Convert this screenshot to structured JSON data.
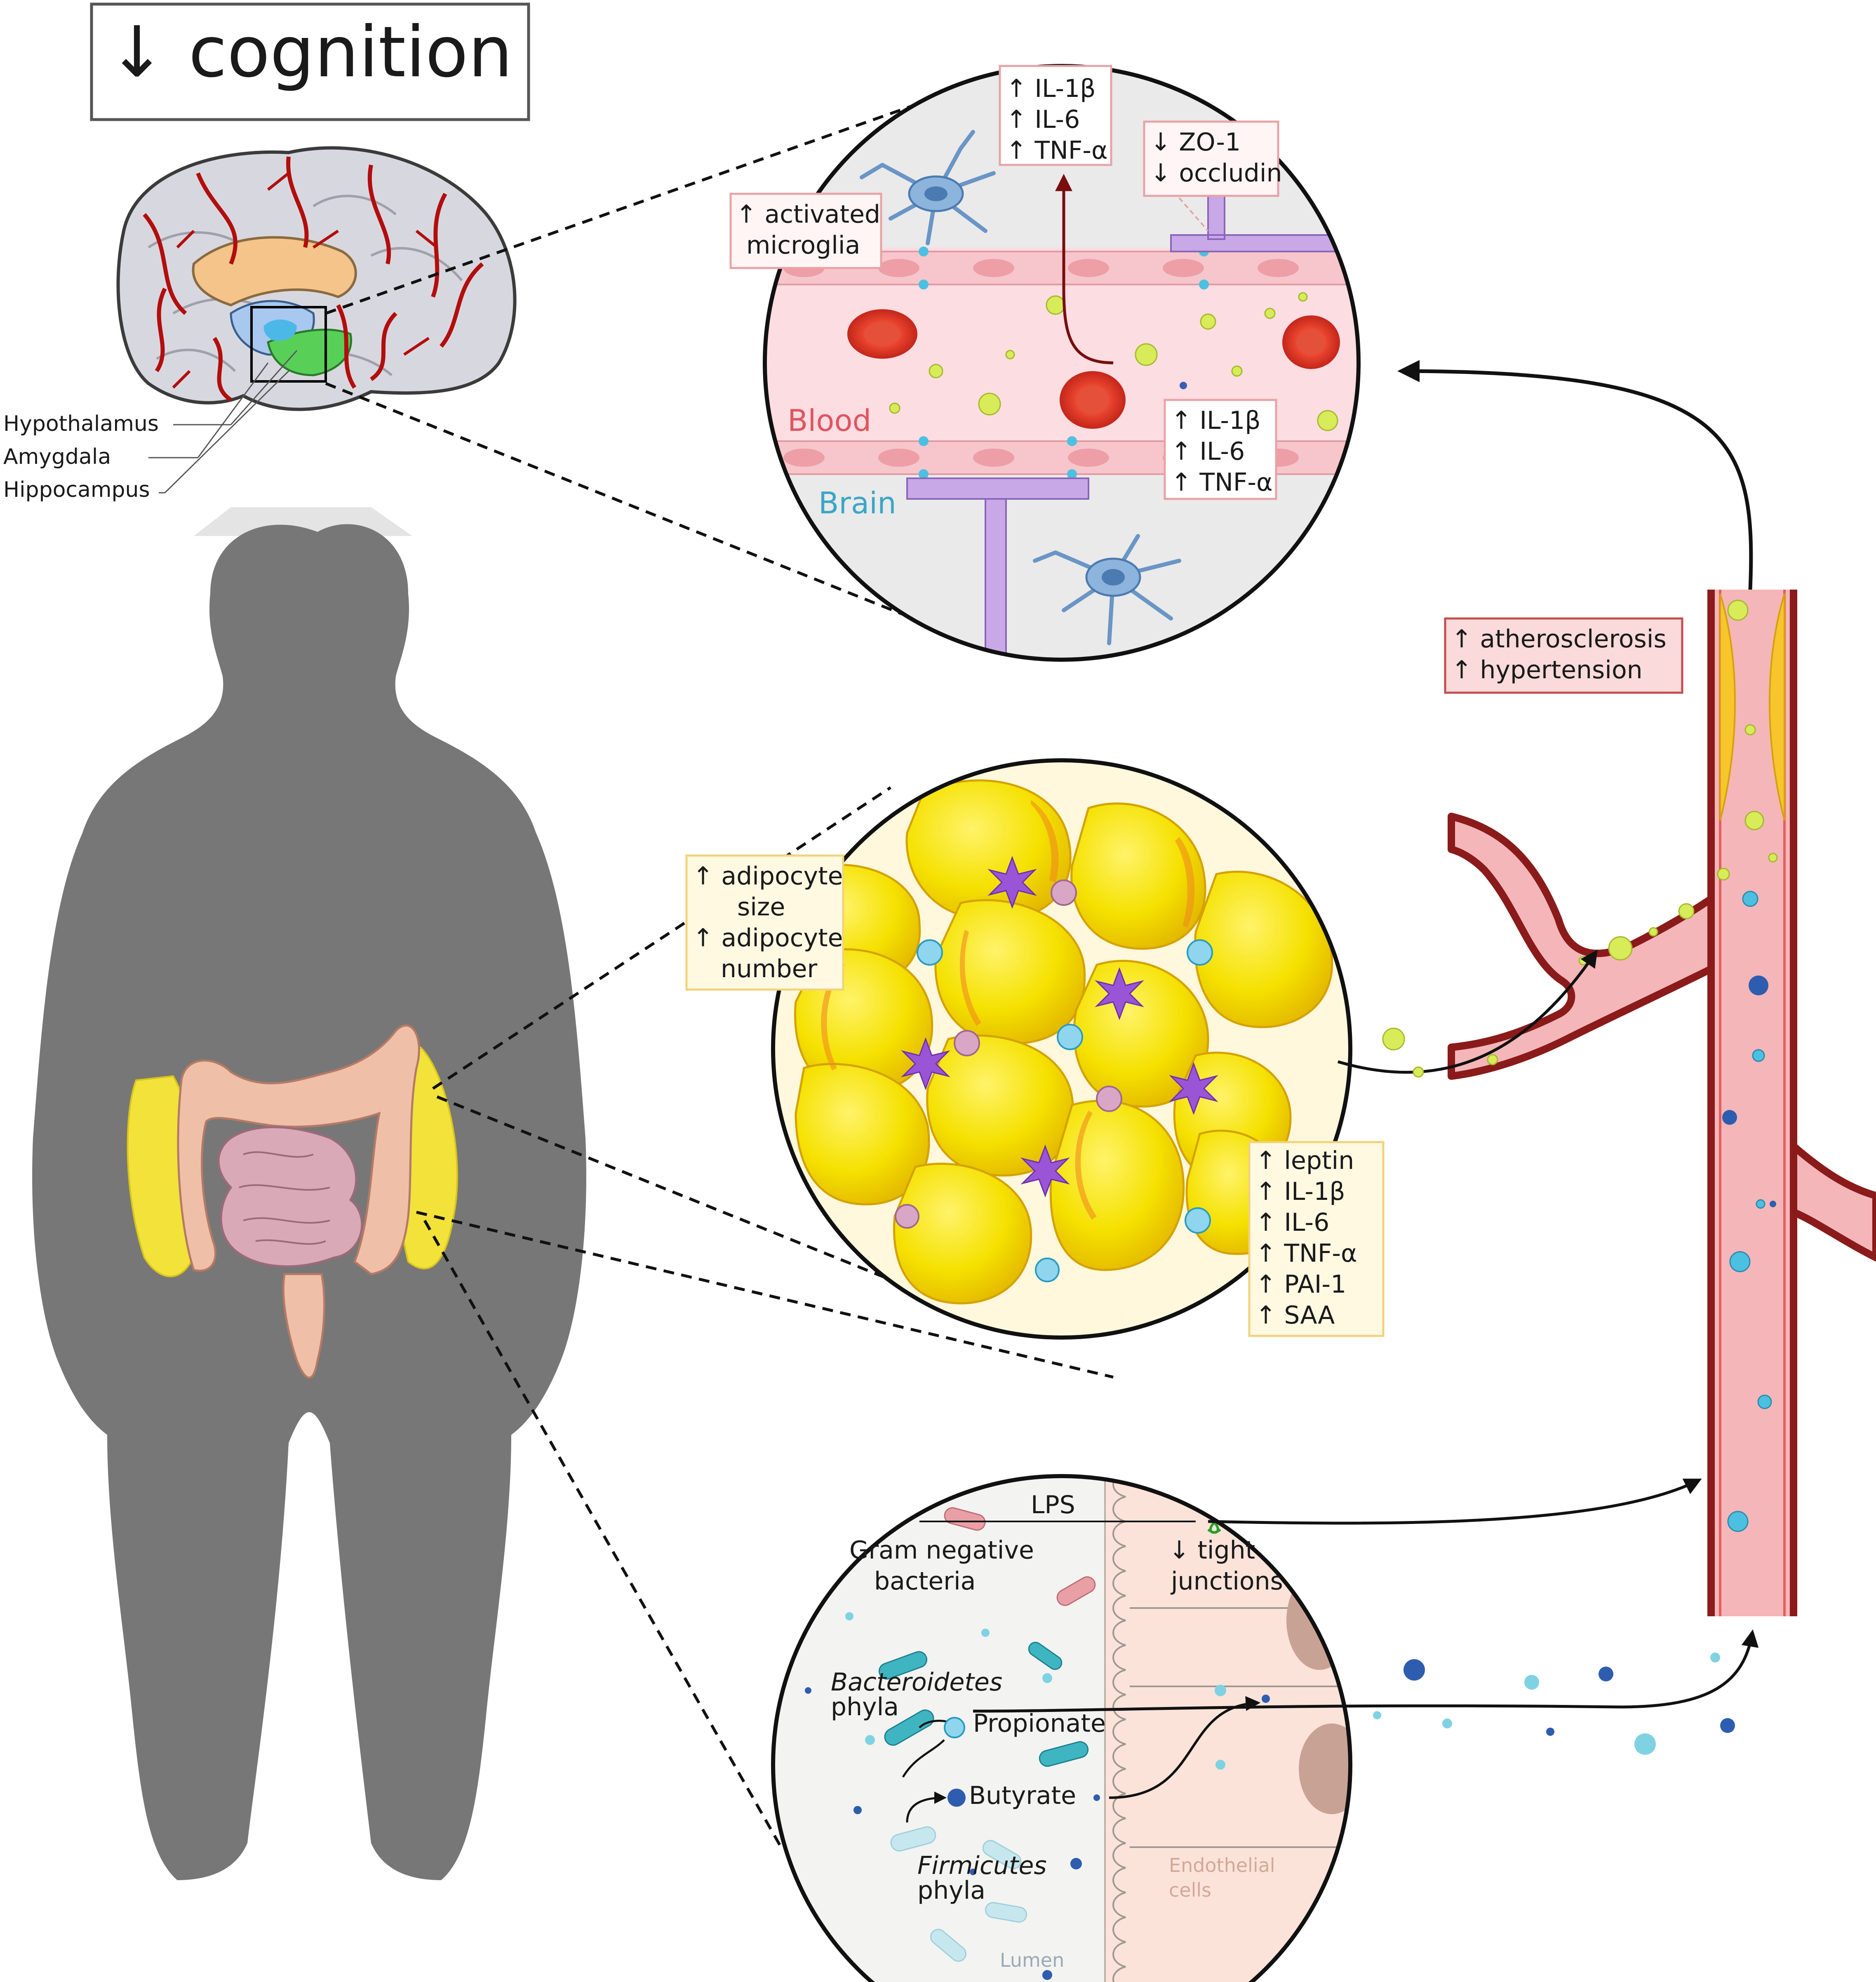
{
  "title": "↓ cognition",
  "brain_regions": [
    "Hypothalamus",
    "Amygdala",
    "Hippocampus"
  ],
  "bbb_panel": {
    "microglia_label": [
      "↑ activated",
      "microglia"
    ],
    "cytokines_top": [
      "↑ IL-1β",
      "↑ IL-6",
      "↑ TNF-α"
    ],
    "tight_junction_label": [
      "↓ ZO-1",
      "↓ occludin"
    ],
    "cytokines_blood": [
      "↑ IL-1β",
      "↑ IL-6",
      "↑ TNF-α"
    ],
    "blood_label": "Blood",
    "brain_label": "Brain"
  },
  "vascular_label": [
    "↑ atherosclerosis",
    "↑ hypertension"
  ],
  "adipose_panel": {
    "adipocyte_label": [
      "↑ adipocyte",
      "size",
      "↑ adipocyte",
      "number"
    ],
    "secreted_factors": [
      "↑ leptin",
      "↑ IL-1β",
      "↑ IL-6",
      "↑ TNF-α",
      "↑ PAI-1",
      "↑ SAA"
    ]
  },
  "gut_panel": {
    "lps_label": "LPS",
    "gram_negative_label": [
      "Gram negative",
      "bacteria"
    ],
    "tight_junction_label": [
      "↓ tight",
      "junctions"
    ],
    "bacteroidetes_label": [
      "Bacteroidetes",
      "phyla"
    ],
    "propionate_label": "Propionate",
    "butyrate_label": "Butyrate",
    "firmicutes_label": [
      "Firmicutes",
      "phyla"
    ],
    "endothelial_label": [
      "Endothelial",
      "cells"
    ],
    "lumen_label": "Lumen"
  },
  "colors": {
    "silhouette": "#777777",
    "blood_red": "#8b1a1a",
    "vessel_pink": "#f4b6b8",
    "adipocyte_yellow": "#f5e100",
    "cytokine_box_border": "#e8a3a6",
    "adipose_box_border": "#f2d27a",
    "microglia_blue": "#8cb4dd",
    "brain_label_blue": "#3aa6c7",
    "blood_label_red": "#e0555f"
  }
}
